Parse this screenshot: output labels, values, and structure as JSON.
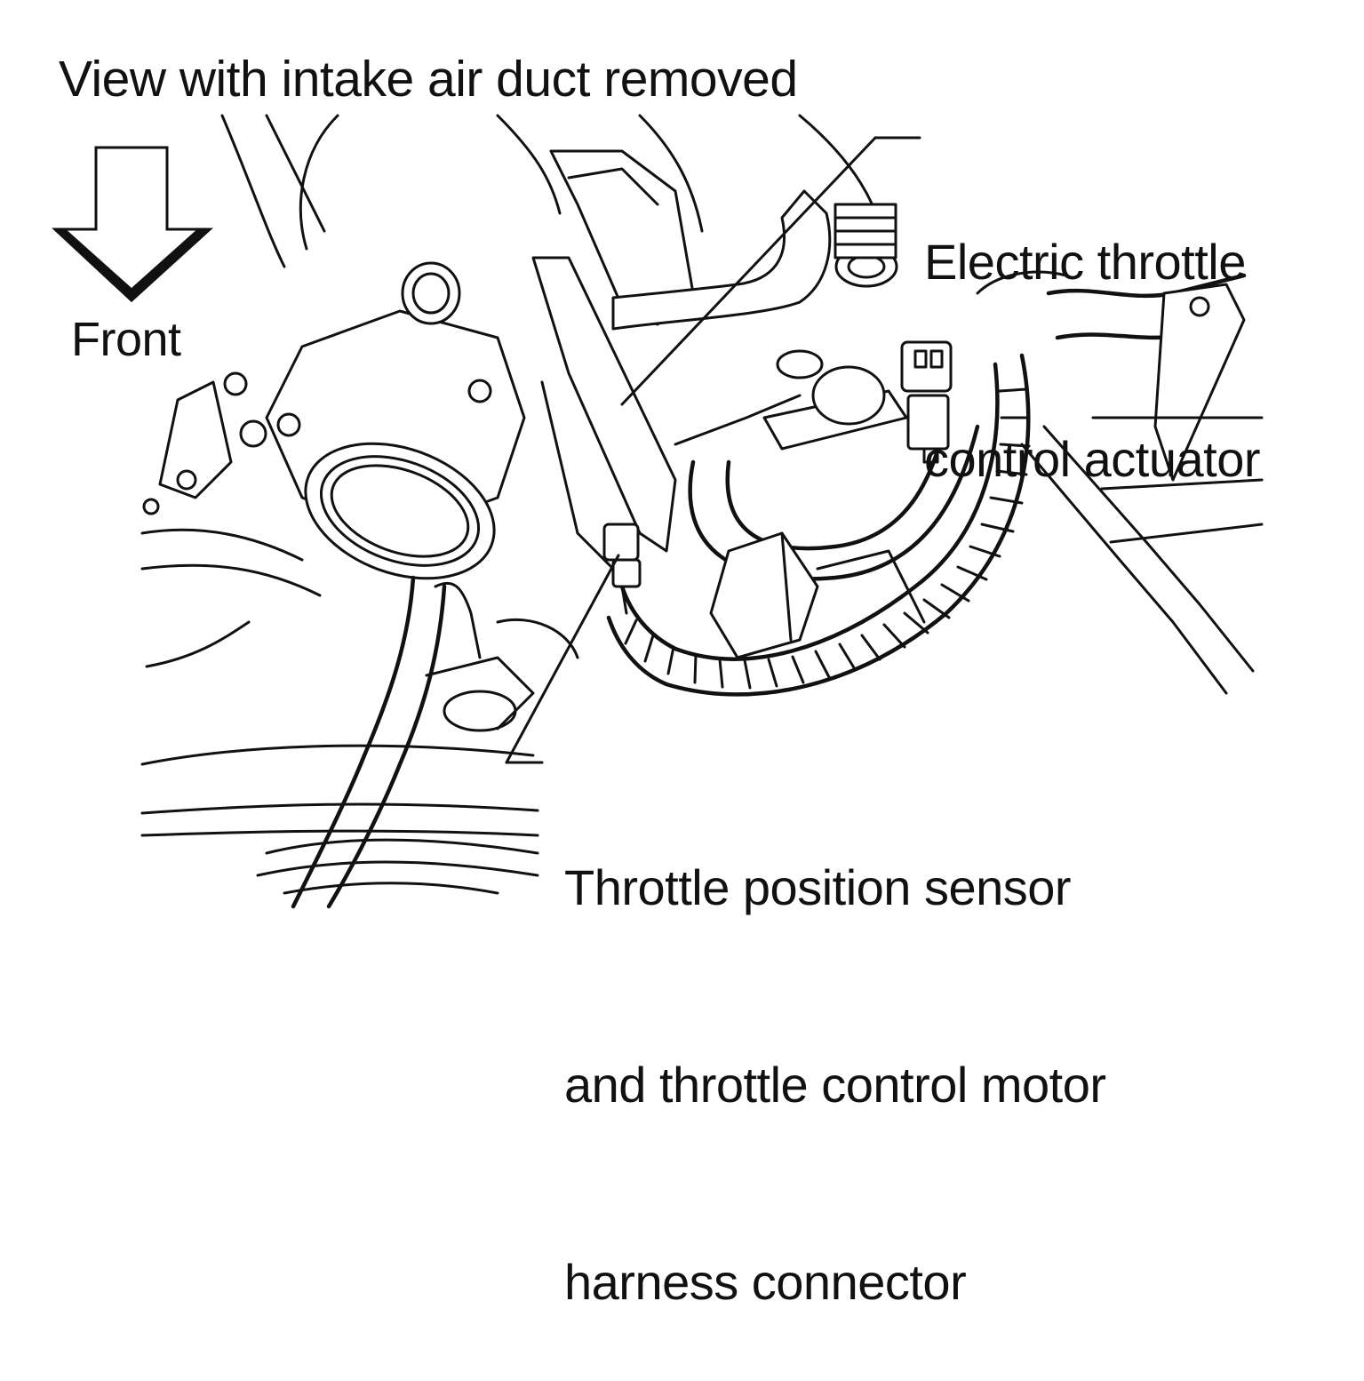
{
  "title": "View with intake air duct removed",
  "orientation": {
    "label": "Front",
    "icon": "down-arrow-icon"
  },
  "callouts": [
    {
      "id": "electric-throttle-control-actuator",
      "lines": [
        "Electric throttle",
        "control actuator"
      ]
    },
    {
      "id": "tps-harness-connector",
      "lines": [
        "Throttle position sensor",
        "and throttle control motor",
        "harness connector"
      ]
    }
  ],
  "colors": {
    "ink": "#111111",
    "paper": "#ffffff"
  }
}
